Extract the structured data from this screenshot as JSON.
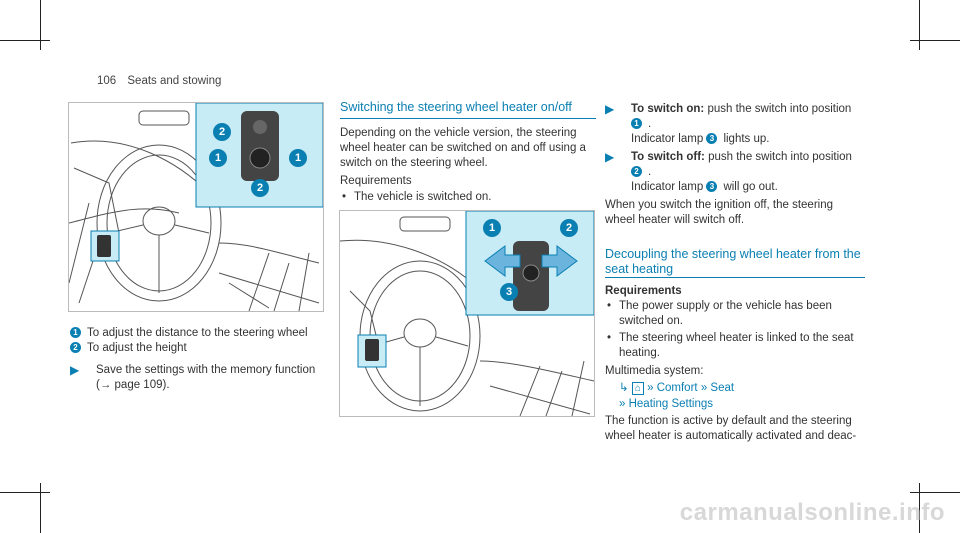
{
  "header": {
    "page_number": "106",
    "title": "Seats and stowing"
  },
  "figure1": {
    "callouts": [
      "2",
      "1",
      "1",
      "2"
    ]
  },
  "caption1": {
    "items": [
      {
        "num": "1",
        "text": "To adjust the distance to the steering wheel"
      },
      {
        "num": "2",
        "text": "To adjust the height"
      }
    ],
    "step_line1": "Save the settings with the memory function",
    "step_line2": "(→ page 109)."
  },
  "section1": {
    "title": "Switching the steering wheel heater on/off",
    "para_line1": "Depending on the vehicle version, the steering",
    "para_line2": "wheel heater can be switched on and off using a",
    "para_line3": "switch on the steering wheel.",
    "requirements_label": "Requirements",
    "requirement": "The vehicle is switched on."
  },
  "figure2": {
    "callouts": [
      "1",
      "2",
      "3"
    ]
  },
  "steps_right": {
    "on_label": "To switch on:",
    "on_text": "push the switch into position",
    "on_num": "1",
    "on_lamp1": "Indicator lamp",
    "on_lamp_num": "3",
    "on_lamp2": "lights up.",
    "off_label": "To switch off:",
    "off_text": "push the switch into position",
    "off_num": "2",
    "off_lamp1": "Indicator lamp",
    "off_lamp_num": "3",
    "off_lamp2": "will go out.",
    "ignition_line1": "When you switch the ignition off, the steering",
    "ignition_line2": "wheel heater will switch off."
  },
  "section2": {
    "title_line1": "Decoupling the steering wheel heater from the",
    "title_line2": "seat heating",
    "requirements_label": "Requirements",
    "req1_line1": "The power supply or the vehicle has been",
    "req1_line2": "switched on.",
    "req2_line1": "The steering wheel heater is linked to the seat",
    "req2_line2": "heating.",
    "multimedia_label": "Multimedia system:",
    "nav_comfort": "Comfort",
    "nav_seat": "Seat",
    "nav_heating": "Heating Settings",
    "func_line1": "The function is active by default and the steering",
    "func_line2": "wheel heater is automatically activated and deac-"
  },
  "watermark": "carmanualsonline.info",
  "colors": {
    "accent": "#0a7fb2",
    "highlight_box": "#c8ecf6"
  }
}
